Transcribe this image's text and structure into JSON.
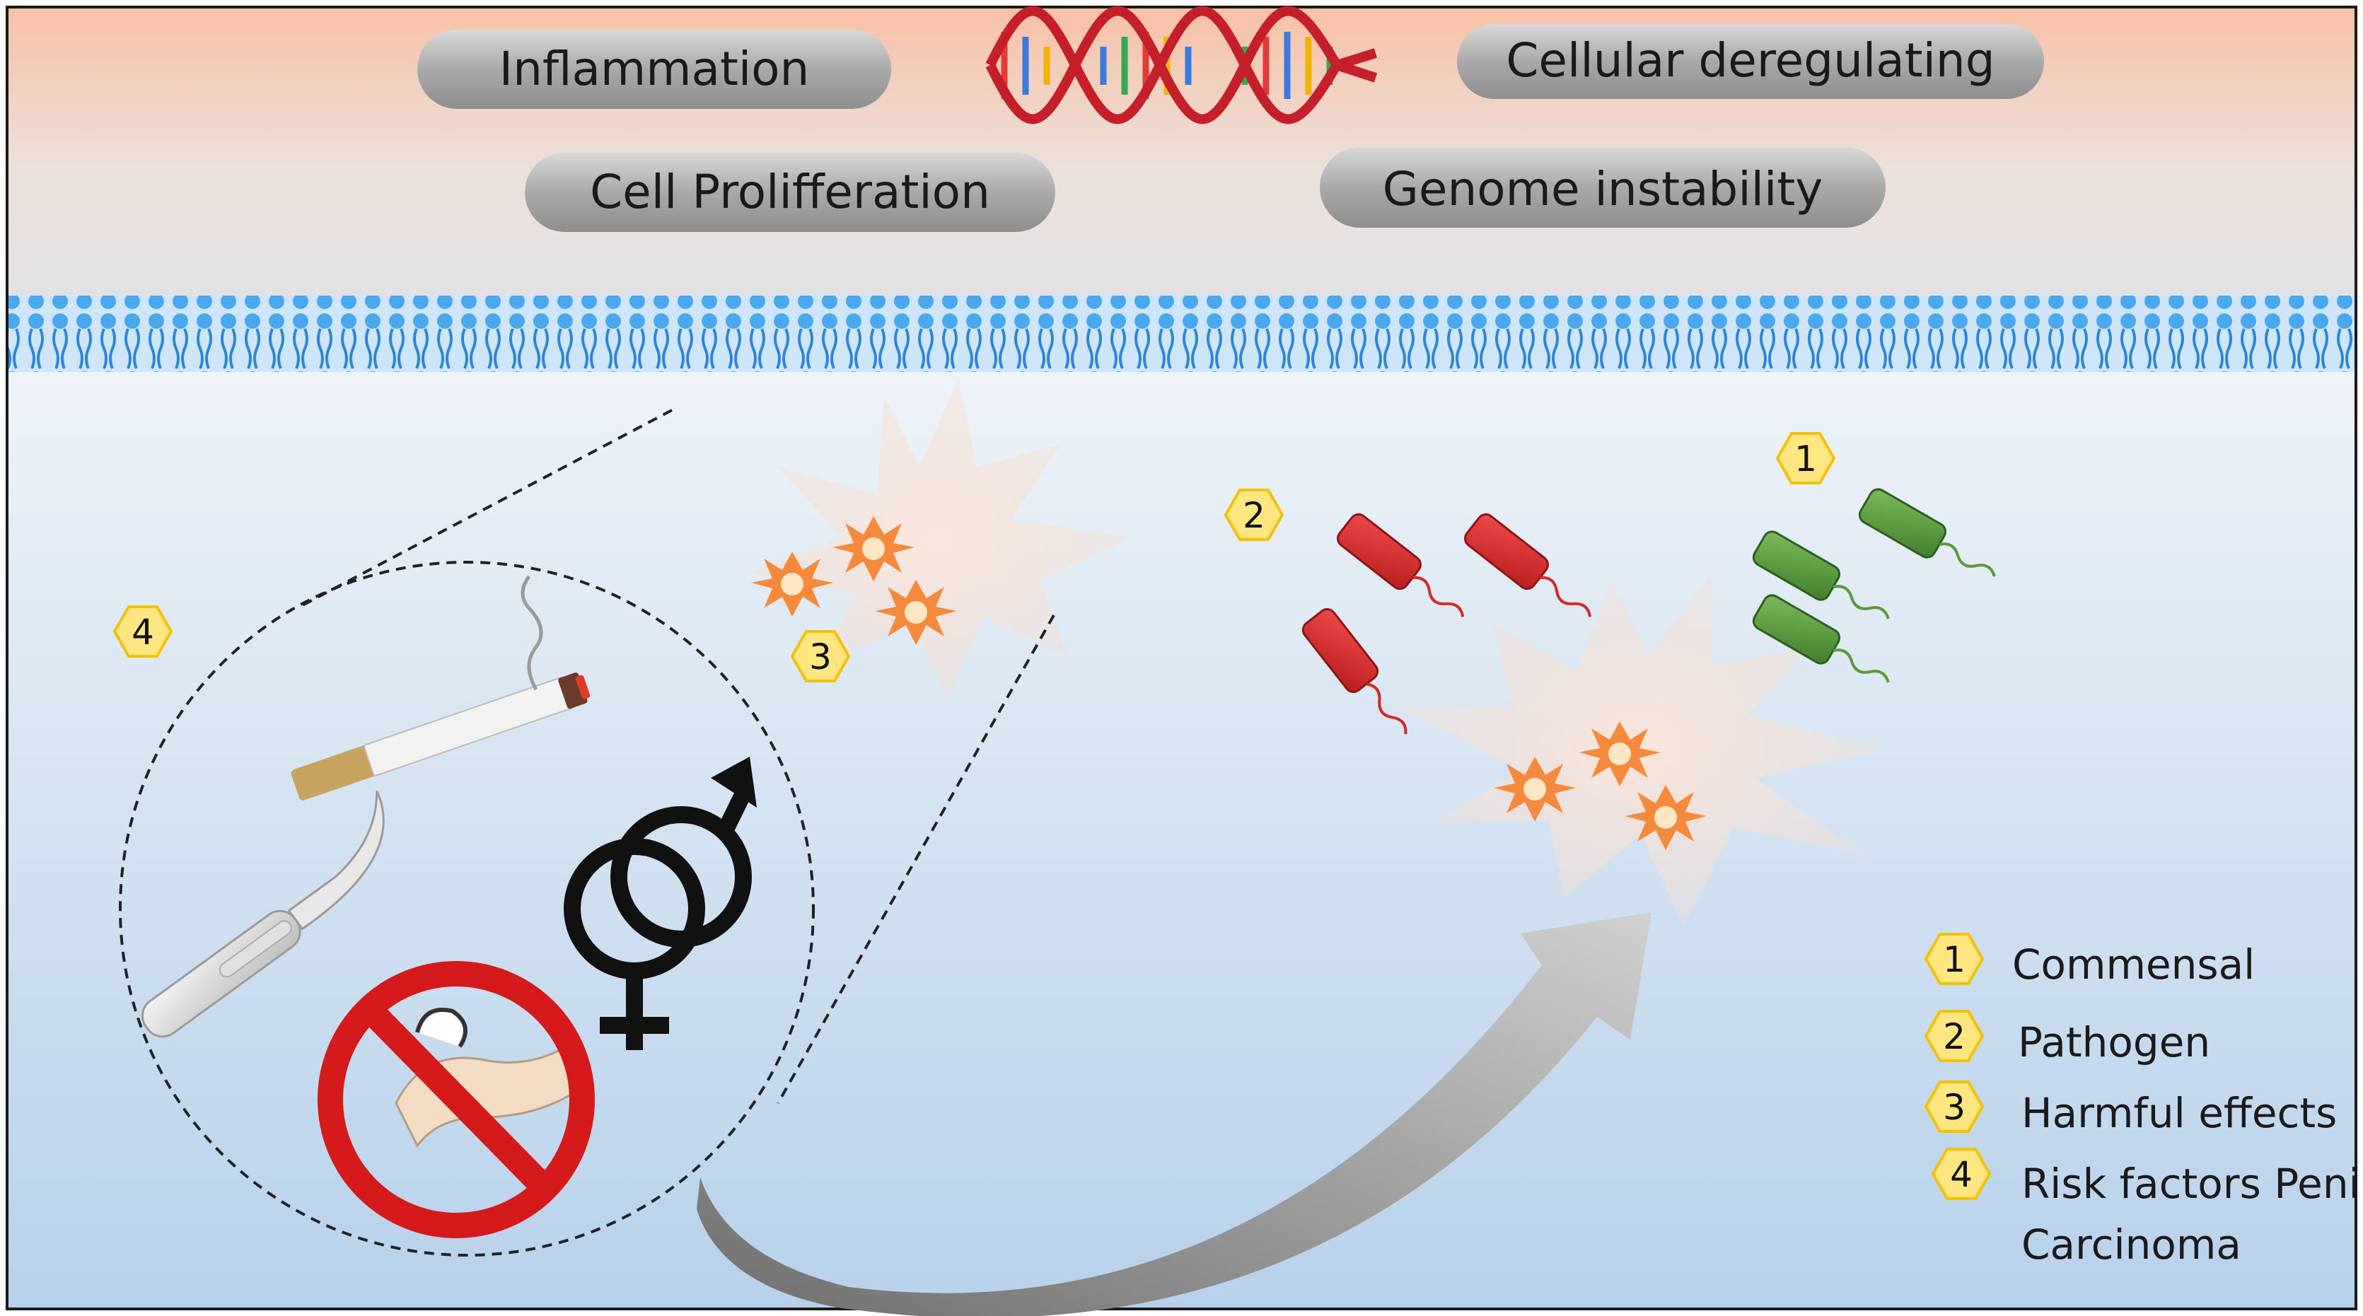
{
  "upper_labels": {
    "inflammation": "Inflammation",
    "cell_proliferation": "Cell Prolifferation",
    "cellular_deregulating": "Cellular deregulating",
    "genome_instability": "Genome instability"
  },
  "markers": {
    "m1": "1",
    "m2": "2",
    "m3": "3",
    "m4": "4"
  },
  "legend": {
    "items": [
      {
        "num": "1",
        "label": "Commensal"
      },
      {
        "num": "2",
        "label": "Pathogen"
      },
      {
        "num": "3",
        "label": "Harmful effects"
      },
      {
        "num": "4",
        "label": "Risk factors Penile",
        "label_line2": "Carcinoma"
      }
    ]
  },
  "colors": {
    "hexagon_fill": "#ffe680",
    "hexagon_stroke": "#f2c200",
    "pathogen": "#d42a2a",
    "commensal": "#5a9a3c",
    "membrane": "#3a9ae6",
    "header_top": "#f7c4ac",
    "header_bottom": "#e4e4e4",
    "body_top": "#ecf2f8",
    "body_bottom": "#b8d2ea"
  }
}
